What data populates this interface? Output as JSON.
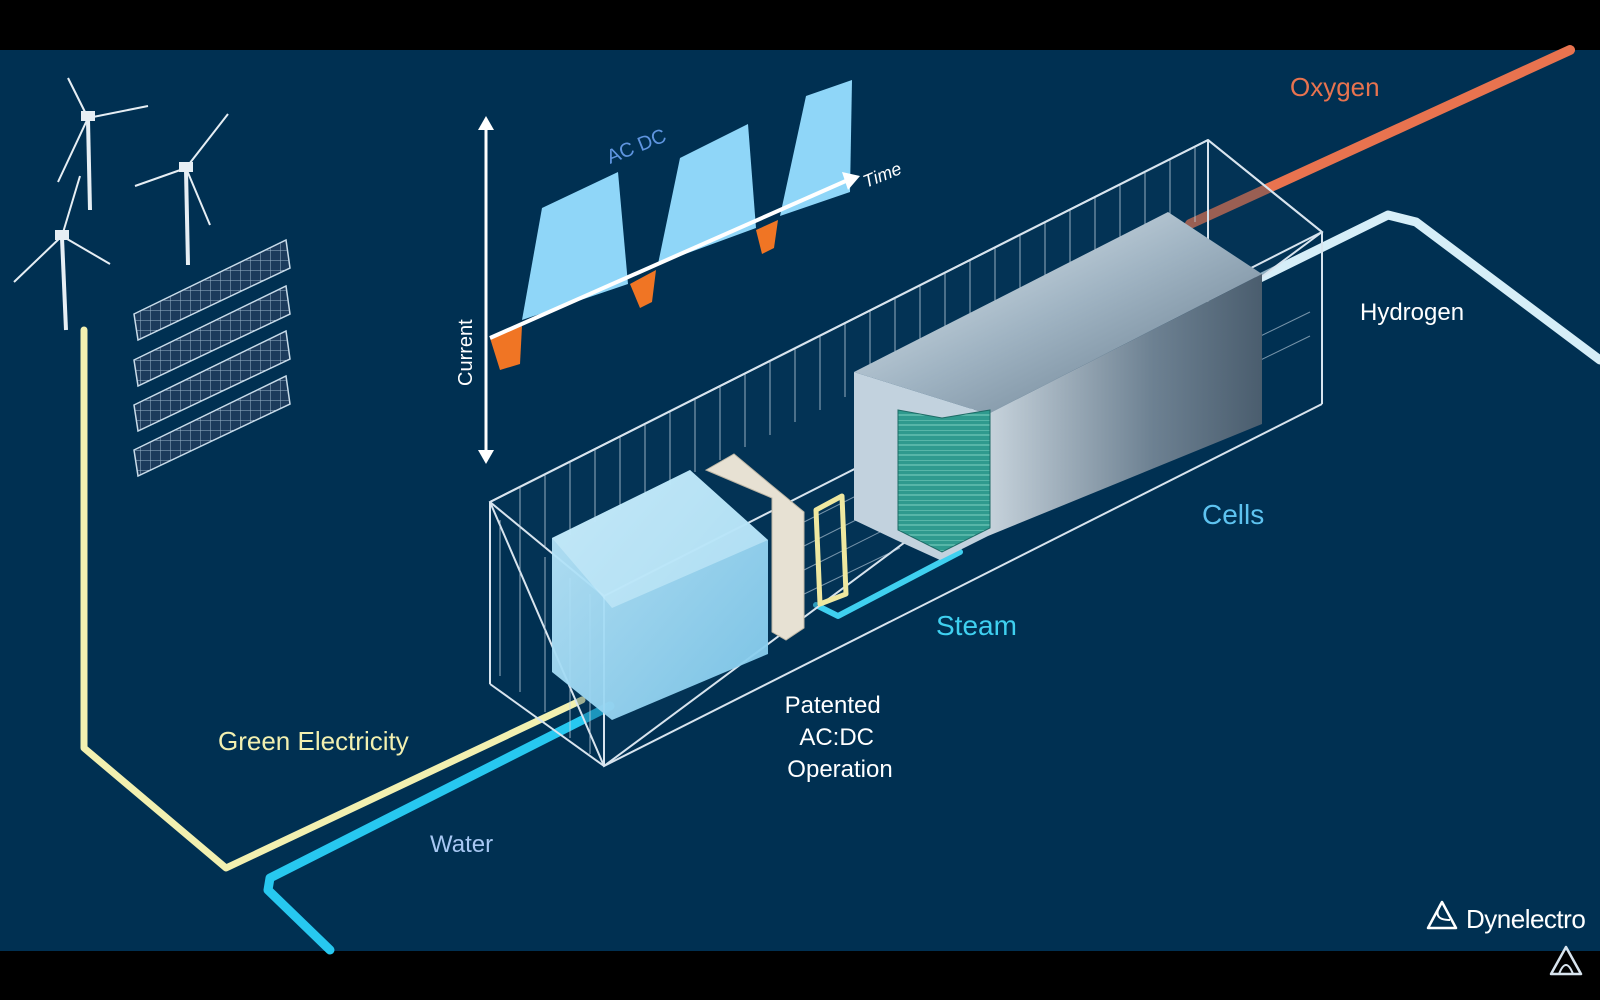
{
  "labels": {
    "oxygen": "Oxygen",
    "hydrogen": "Hydrogen",
    "cells": "Cells",
    "steam": "Steam",
    "patented_line1": "Patented",
    "patented_line2": "AC:DC",
    "patented_line3": "Operation",
    "green_electricity": "Green Electricity",
    "water": "Water"
  },
  "mini_chart": {
    "series_label": "AC DC",
    "x_label": "Time",
    "y_label": "Current"
  },
  "brand": {
    "name": "Dynelectro",
    "logo_icon": "triangle-swirl-logo"
  },
  "colors": {
    "background": "#003052",
    "letterbox": "#000000",
    "oxygen": "#e8734f",
    "hydrogen_pipe": "#d6eef8",
    "cells_label": "#5ec3f0",
    "steam": "#3fd0f0",
    "electricity": "#f2f0b0",
    "water_pipe": "#27c8f0",
    "water_label": "#a7c7f2",
    "wave_positive": "#8fd6f8",
    "wave_negative": "#f07524"
  }
}
